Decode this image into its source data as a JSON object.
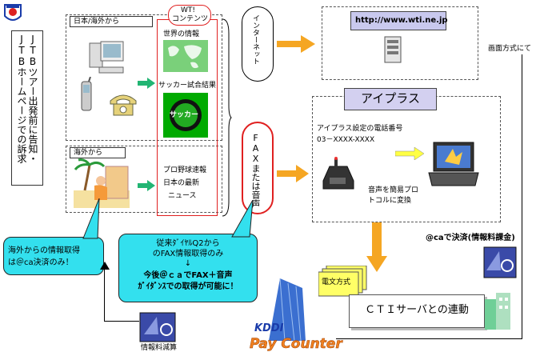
{
  "left_label": "JTBツアー出発前に告知・JTBホームページでの訴求",
  "box_japan": {
    "title": "日本/海外から"
  },
  "box_overseas": {
    "title": "海外から"
  },
  "contents": {
    "title_line1": "WT!",
    "title_line2": "コンテンツ",
    "world_info": "世界の情報",
    "soccer_results": "サッカー試合結果",
    "soccer_ball_label": "サッカー",
    "baseball": "プロ野球速報",
    "japan_latest": "日本の最新",
    "news": "ニュース"
  },
  "internet_bubble": "インターネット",
  "fax_bubble": "FAXまたは音声",
  "website": {
    "url": "http://www.wti.ne.jp"
  },
  "screen_method": "画面方式にて",
  "aiplus": {
    "title": "アイプラス",
    "phone_label": "アイプラス設定の電話番号",
    "phone_number": "03－XXXX-XXXX",
    "voice_conversion": "音声を簡易プロトコルに変換"
  },
  "denbun": "電文方式",
  "cti": "ＣＴＩサーバとの連動",
  "ca_settle": "@caで決済(情報料課金)",
  "callout_left": {
    "line1": "海外からの情報取得",
    "line2": "は＠ca決済のみ！"
  },
  "callout_center": {
    "line1": "従来ﾀﾞｲﾔﾙQ2から",
    "line2": "のFAX情報取得のみ",
    "arrow": "↓",
    "line3": "今後＠ｃａでFAX＋音声",
    "line4": "ｶﾞｲﾀﾞﾝｽでの取得が可能に！"
  },
  "info_fee": "情報料減算",
  "logo": {
    "top": "KDDI",
    "bottom": "Pay Counter"
  },
  "colors": {
    "callout": "#33e0ee",
    "arrow": "#22b573",
    "orange_arrow": "#f5a623",
    "red_frame": "#e02020",
    "yellow": "#ffff66"
  }
}
